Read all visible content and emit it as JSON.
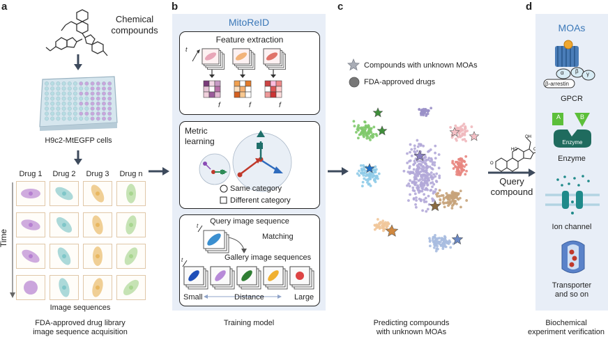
{
  "panels": {
    "a": {
      "letter": "a",
      "compounds_label_line1": "Chemical",
      "compounds_label_line2": "compounds",
      "cells_label": "H9c2-MtEGFP cells",
      "drug_headers": [
        "Drug 1",
        "Drug 2",
        "Drug 3",
        "Drug n"
      ],
      "time_label": "Time",
      "image_sequences_label": "Image sequences",
      "caption_line1": "FDA-approved drug library",
      "caption_line2": "image sequence acquisition",
      "cell_colors": [
        "#b57fd0",
        "#7fc6c8",
        "#e8b760",
        "#a8d58f"
      ]
    },
    "b": {
      "letter": "b",
      "title": "MitoReID",
      "feature_extraction": "Feature extraction",
      "t_label": "t",
      "f_label": "f",
      "metric_line1": "Metric",
      "metric_line2": "learning",
      "same_category": "Same category",
      "different_category": "Different category",
      "query_sequence": "Query image sequence",
      "matching": "Matching",
      "gallery_sequences": "Gallery image sequences",
      "small": "Small",
      "distance": "Distance",
      "large": "Large",
      "caption": "Training model"
    },
    "c": {
      "letter": "c",
      "legend_unknown": "Compounds with unknown MOAs",
      "legend_fda": "FDA-approved drugs",
      "caption_line1": "Predicting compounds",
      "caption_line2": "with unknown MOAs",
      "query_line1": "Query",
      "query_line2": "compound"
    },
    "d": {
      "letter": "d",
      "title": "MOAs",
      "gpcr": "GPCR",
      "alpha": "α",
      "beta": "β",
      "gamma": "γ",
      "arrestin": "β-arrestin",
      "enzyme_letter_a": "A",
      "enzyme_letter_b": "B",
      "enzyme_inner": "Enzyme",
      "enzyme": "Enzyme",
      "ion_channel": "Ion channel",
      "transporter_line1": "Transporter",
      "transporter_line2": "and so on",
      "caption_line1": "Biochemical",
      "caption_line2": "experiment verification"
    }
  },
  "colors": {
    "arrow": "#3d4a5c",
    "panel_bg": "#e8eef7",
    "mitoreid_title": "#3b78b8",
    "grid_cell_border": "#e0c7a8"
  }
}
